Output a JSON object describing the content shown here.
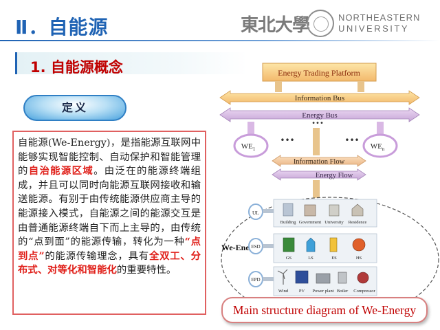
{
  "header": {
    "title": "Ⅱ．自能源",
    "university_cn": "東北大學",
    "university_en_line1": "NORTHEASTERN",
    "university_en_line2": "UNIVERSITY"
  },
  "section": {
    "title": "1. 自能源概念"
  },
  "definition": {
    "label": "定义",
    "text_parts": [
      {
        "text": "自能源(We-Energy)，是指能源互联网中能够实现智能控制、自动保护和智能管理的",
        "highlight": false
      },
      {
        "text": "自治能源区域",
        "highlight": true
      },
      {
        "text": "。由泛在的能源终端组成，并且可以同时向能源互联网接收和输送能源。有别于由传统能源供应商主导的能源接入模式，自能源之间的能源交互是由普通能源终端自下而上主导的，由传统的“点到面”的能源传输，转化为一种",
        "highlight": false
      },
      {
        "text": "“点到点”",
        "highlight": true
      },
      {
        "text": "的能源传输理念，具有",
        "highlight": false
      },
      {
        "text": "全双工、分布式、对等化和智能化",
        "highlight": true
      },
      {
        "text": "的重要特性。",
        "highlight": false
      }
    ]
  },
  "diagram": {
    "platform": "Energy Trading Platform",
    "info_bus": "Information Bus",
    "energy_bus": "Energy Bus",
    "info_flow": "Information Flow",
    "energy_flow": "Energy Flow",
    "we1": "WE",
    "we1_sub": "1",
    "wen": "WE",
    "wen_sub": "n",
    "dots": "•••",
    "we_energy_label": "We-Energy",
    "ul_label": "UL",
    "esd_label": "ESD",
    "epd_label": "EPD",
    "ul_items": [
      "Building",
      "Government",
      "University",
      "Residence"
    ],
    "esd_items": [
      "GS",
      "LS",
      "ES",
      "HS"
    ],
    "epd_items": [
      "Wind",
      "PV",
      "Power plant",
      "Boiler",
      "Compressor"
    ]
  },
  "caption": "Main structure diagram of We-Energy"
}
